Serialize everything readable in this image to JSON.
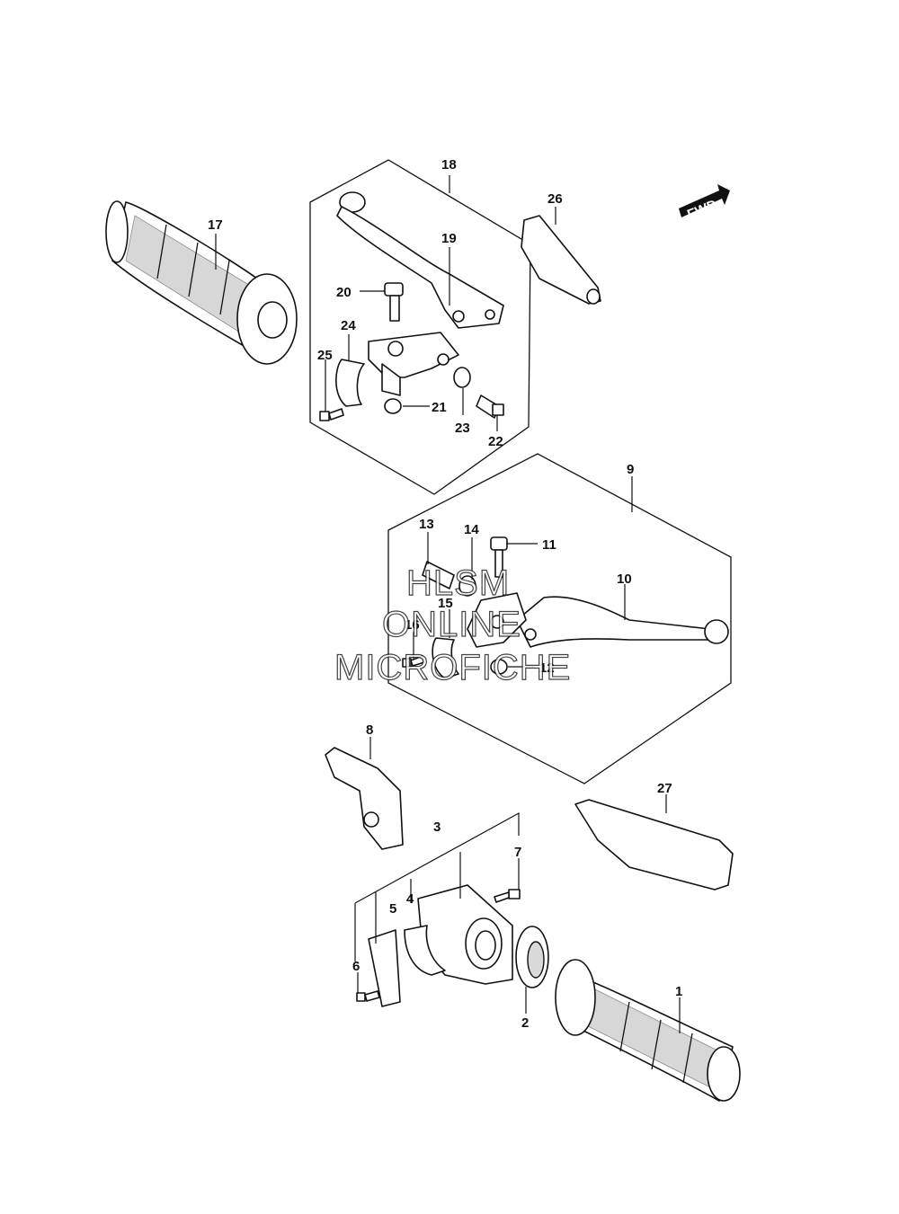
{
  "diagram": {
    "fwd_label": "FWD",
    "watermark": {
      "line1": "HLSM",
      "line2": "ONLINE",
      "line3": "MICROFICHE"
    },
    "callouts": {
      "c1": "1",
      "c2": "2",
      "c3": "3",
      "c4": "4",
      "c5": "5",
      "c6": "6",
      "c7": "7",
      "c8": "8",
      "c9": "9",
      "c10": "10",
      "c11": "11",
      "c12": "12",
      "c13": "13",
      "c14": "14",
      "c15": "15",
      "c16": "16",
      "c17": "17",
      "c18": "18",
      "c19": "19",
      "c20": "20",
      "c21": "21",
      "c22": "22",
      "c23": "23",
      "c24": "24",
      "c25": "25",
      "c26": "26",
      "c27": "27"
    }
  }
}
